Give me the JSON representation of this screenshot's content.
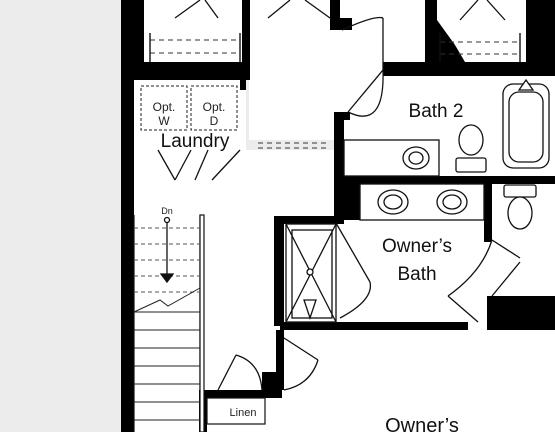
{
  "rooms": {
    "laundry": "Laundry",
    "bath2": "Bath 2",
    "owners_bath_line1": "Owner’s",
    "owners_bath_line2": "Bath",
    "owners_bedroom": "Owner’s",
    "linen": "Linen"
  },
  "appliances": {
    "washer_line1": "Opt.",
    "washer_line2": "W",
    "dryer_line1": "Opt.",
    "dryer_line2": "D"
  },
  "stairs": {
    "direction": "Dn"
  }
}
